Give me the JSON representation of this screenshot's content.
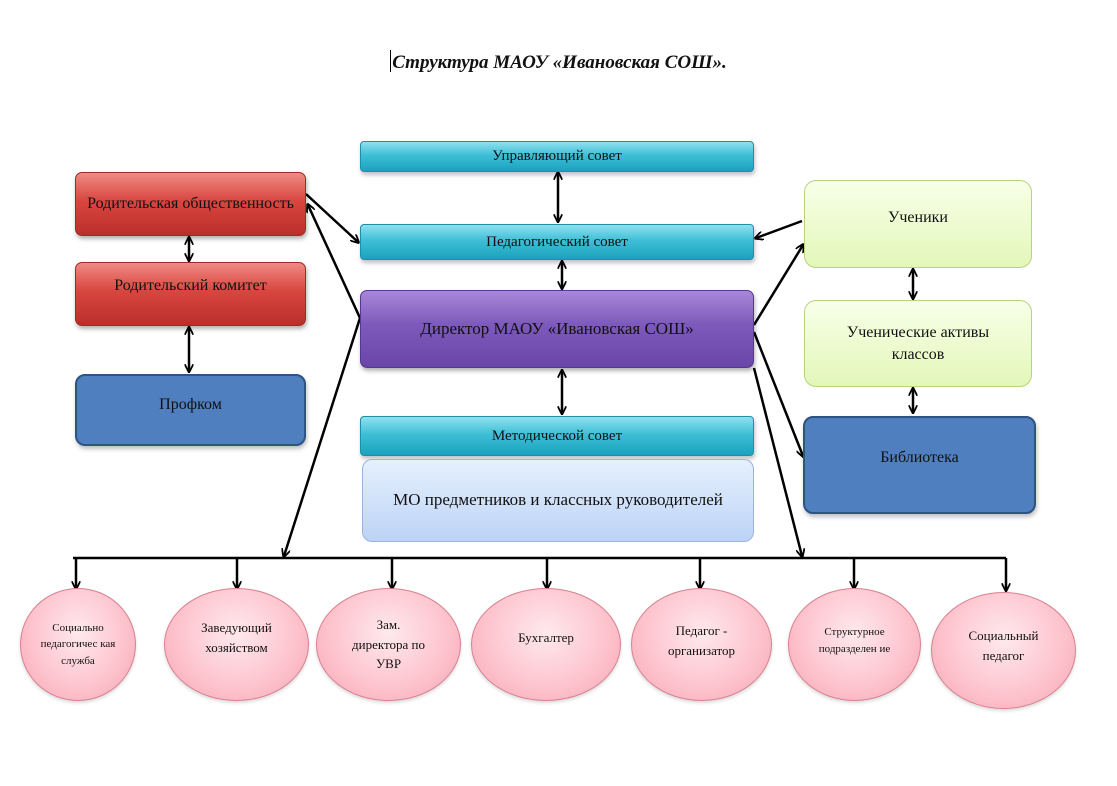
{
  "title": "Структура МАОУ «Ивановская СОШ».",
  "nodes": {
    "governing_council": "Управляющий совет",
    "pedagogical_council": "Педагогический совет",
    "director": "Директор МАОУ «Ивановская СОШ»",
    "methodical_council": "Методической совет",
    "subject_mo": "МО предметников и классных руководителей",
    "parent_public": "Родительская общественность",
    "parent_committee": "Родительский комитет",
    "trade_union": "Профком",
    "students": "Ученики",
    "student_activists": "Ученические активы классов",
    "library": "Библиотека"
  },
  "bottom_nodes": [
    "Социально педагогичес кая служба",
    "Заведующий хозяйством",
    "Зам. директора по УВР",
    "Бухгалтер",
    "Педагог - организатор",
    "Структурное подразделен ие",
    "Социальный педагог"
  ],
  "colors": {
    "teal": "#3fbfd7",
    "red": "#d8463f",
    "blue": "#4f7fbf",
    "purple": "#7c59ba",
    "light_blue": "#bcd3f6",
    "light_green": "#e3f7b9",
    "pink": "#fdc2cc"
  }
}
